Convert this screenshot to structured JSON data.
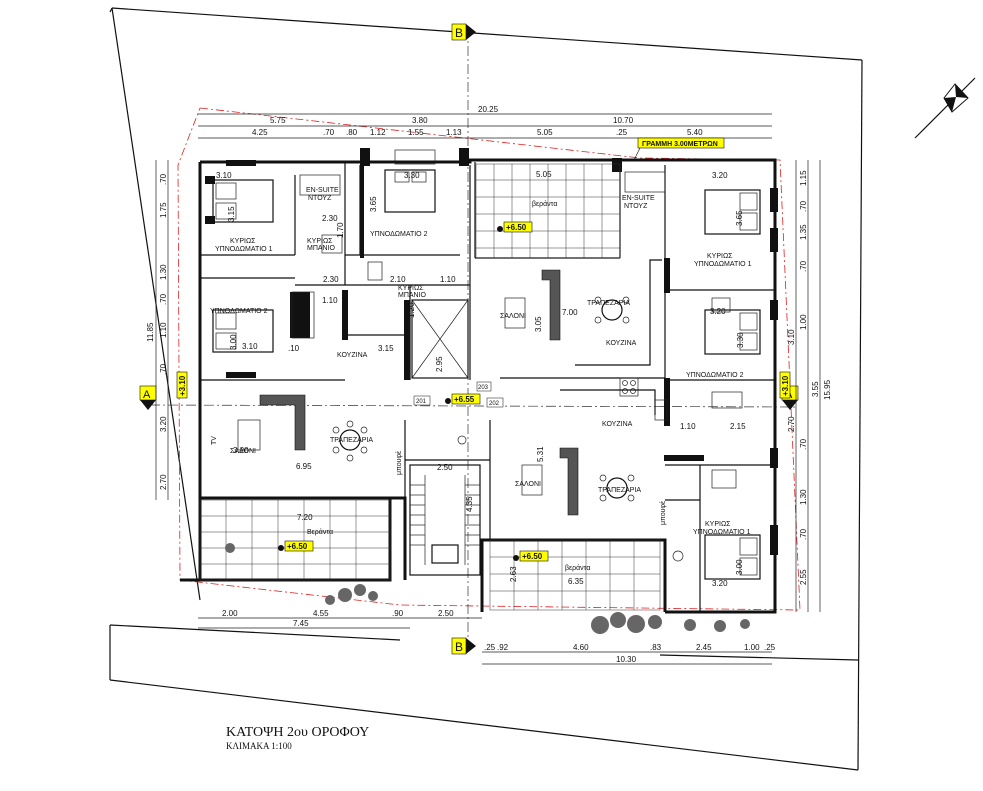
{
  "title": "ΚΑΤΟΨΗ 2ου ΟΡΟΦΟΥ",
  "scale": "ΚΛΙΜΑΚΑ 1:100",
  "setback_note": "ΓΡΑΜΜΗ 3.00ΜΕΤΡΩΝ",
  "section_markers": {
    "b_top": "B",
    "b_bottom": "B",
    "a_left": "A",
    "a_right": "A"
  },
  "levels": {
    "veranda_top": "+6.50",
    "center": "+6.55",
    "veranda_left": "+6.50",
    "veranda_bottom": "+6.50",
    "left_side": "+3.10",
    "right_side": "+3.10"
  },
  "door_tags": [
    "201",
    "202",
    "203"
  ],
  "rooms": {
    "master_left_1": "ΚΥΡΙΩΣ",
    "master_left_2": "ΥΠΝΟΔΩΜΑΤΙΟ 1",
    "ensuite_left_1": "EN-SUITE",
    "ensuite_left_2": "ΝΤΟΥΖ",
    "bath_left_1": "ΚΥΡΙΩΣ",
    "bath_left_2": "ΜΠΑΝΙΟ",
    "bedroom2_top": "ΥΠΝΟΔΩΜΑΤΙΟ 2",
    "bedroom2_left": "ΥΠΝΟΔΩΜΑΤΙΟ 2",
    "bath_mid_1": "ΚΥΡΙΩΣ",
    "bath_mid_2": "ΜΠΑΝΙΟ",
    "kitchen_left": "ΚΟΥΖΙΝΑ",
    "salon_left": "ΣΑΛΟΝΙ",
    "dining_left": "ΤΡΑΠΕΖΑΡΙΑ",
    "veranda_left": "Βεράντα",
    "veranda_top": "βεράντα",
    "salon_top": "ΣΑΛΟΝΙ",
    "dining_top": "ΤΡΑΠΕΖΑΡΙΑ",
    "kitchen_top": "ΚΟΥΖΙΝΑ",
    "ensuite_right_1": "EN-SUITE",
    "ensuite_right_2": "ΝΤΟΥΖ",
    "master_right_top_1": "ΚΥΡΙΩΣ",
    "master_right_top_2": "ΥΠΝΟΔΩΜΑΤΙΟ 1",
    "bedroom2_right": "ΥΠΝΟΔΩΜΑΤΙΟ 2",
    "kitchen_bottom": "ΚΟΥΖΙΝΑ",
    "salon_bottom": "ΣΑΛΟΝΙ",
    "dining_bottom": "ΤΡΑΠΕΖΑΡΙΑ",
    "master_right_bot_1": "ΚΥΡΙΩΣ",
    "master_right_bot_2": "ΥΠΝΟΔΩΜΑΤΙΟ 1",
    "veranda_bottom": "βεράντα",
    "store_1": "μπουφέ",
    "store_2": "μπουφέ",
    "tv": "TV"
  },
  "dims_top": {
    "total": "20.25",
    "row2": [
      "5.75",
      "3.80",
      "10.70"
    ],
    "row3": [
      "4.25",
      ".70",
      ".80",
      "1.12",
      "1.55",
      "1.13",
      "5.05",
      ".25",
      "5.40"
    ]
  },
  "dims_bottom": {
    "left_row1": [
      "2.00",
      "4.55",
      ".90",
      "2.50"
    ],
    "left_row2": "7.45",
    "right_row1": [
      ".25",
      ".92",
      "4.60",
      ".83",
      "2.45",
      "1.00",
      ".25"
    ],
    "right_row2": "10.30"
  },
  "dims_left": {
    "total": "11.85",
    "chain": [
      ".70",
      "1.75",
      "1.30",
      ".70",
      "1.10",
      ".70",
      "3.20",
      "2.70"
    ]
  },
  "dims_right": {
    "total": "15.95",
    "chain_outer": [
      "1.15",
      ".70",
      "1.35",
      ".70",
      "1.00",
      "3.55",
      ".70",
      "1.30",
      ".70",
      "2.55"
    ],
    "chain_inner": [
      "3.10",
      "2.70"
    ]
  },
  "inner_dims": {
    "a": "3.10",
    "b": "3.15",
    "c": "2.30",
    "d": "1.70",
    "e": "3.30",
    "f": "3.65",
    "g": "5.05",
    "h": "3.20",
    "i": "3.65",
    "j": "2.30",
    "k": "2.10",
    "l": "1.10",
    "m": "1.10",
    "n": "3.00",
    "o": "3.10",
    "p": ".10",
    "q": "3.15",
    "r": "2.95",
    "s": "7.00",
    "t": "3.20",
    "u": "3.30",
    "v": "3.05",
    "w": "3.20",
    "x": "1.10",
    "y": "2.15",
    "z": "6.95",
    "aa": "7.20",
    "ab": "2.50",
    "ac": "4.35",
    "ad": "5.31",
    "ae": "6.35",
    "af": "2.63",
    "ag": "3.20",
    "ah": "3.00",
    "ai": "1.20"
  }
}
